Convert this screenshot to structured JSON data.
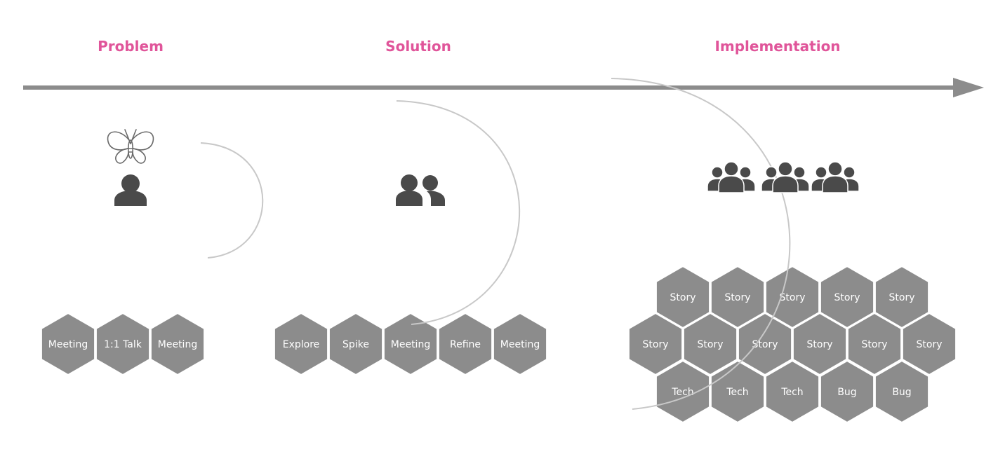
{
  "colors": {
    "accent": "#e0559a",
    "hex_fill": "#8c8c8c",
    "hex_stroke": "#ffffff",
    "arrow": "#8c8c8c",
    "arc": "#c8c8c8",
    "icon": "#4a4a4a"
  },
  "phases": [
    {
      "label": "Problem"
    },
    {
      "label": "Solution"
    },
    {
      "label": "Implementation"
    }
  ],
  "icons": [
    "butterfly-icon",
    "person-icon",
    "two-people-icon",
    "group-icon",
    "group-icon",
    "group-icon"
  ],
  "hex_groups": {
    "problem": [
      "Meeting",
      "1:1 Talk",
      "Meeting"
    ],
    "solution": [
      "Explore",
      "Spike",
      "Meeting",
      "Refine",
      "Meeting"
    ],
    "implementation": {
      "row1": [
        "Story",
        "Story",
        "Story",
        "Story",
        "Story"
      ],
      "row2": [
        "Story",
        "Story",
        "Story",
        "Story",
        "Story",
        "Story"
      ],
      "row3": [
        "Tech",
        "Tech",
        "Tech",
        "Bug",
        "Bug"
      ]
    }
  }
}
